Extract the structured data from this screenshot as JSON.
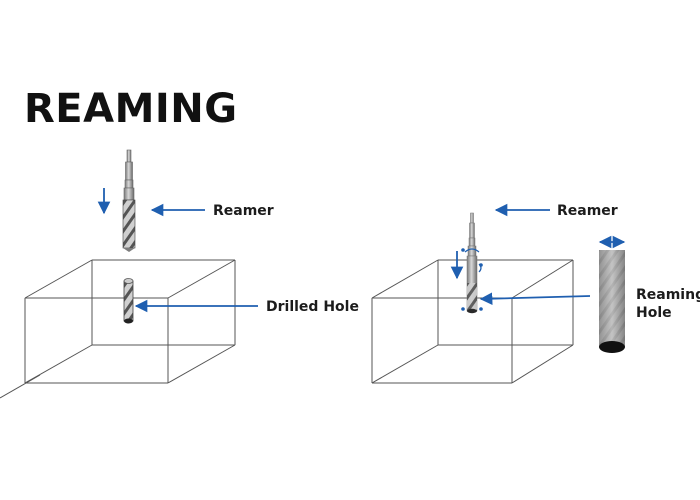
{
  "title": "REAMING",
  "labels": {
    "reamer_left": "Reamer",
    "drilled_hole": "Drilled Hole",
    "reamer_right": "Reamer",
    "reaming_hole_line1": "Reaming",
    "reaming_hole_line2": "Hole"
  },
  "colors": {
    "arrow": "#1f5fb0",
    "edge": "#555555",
    "text": "#1c1c1c"
  }
}
